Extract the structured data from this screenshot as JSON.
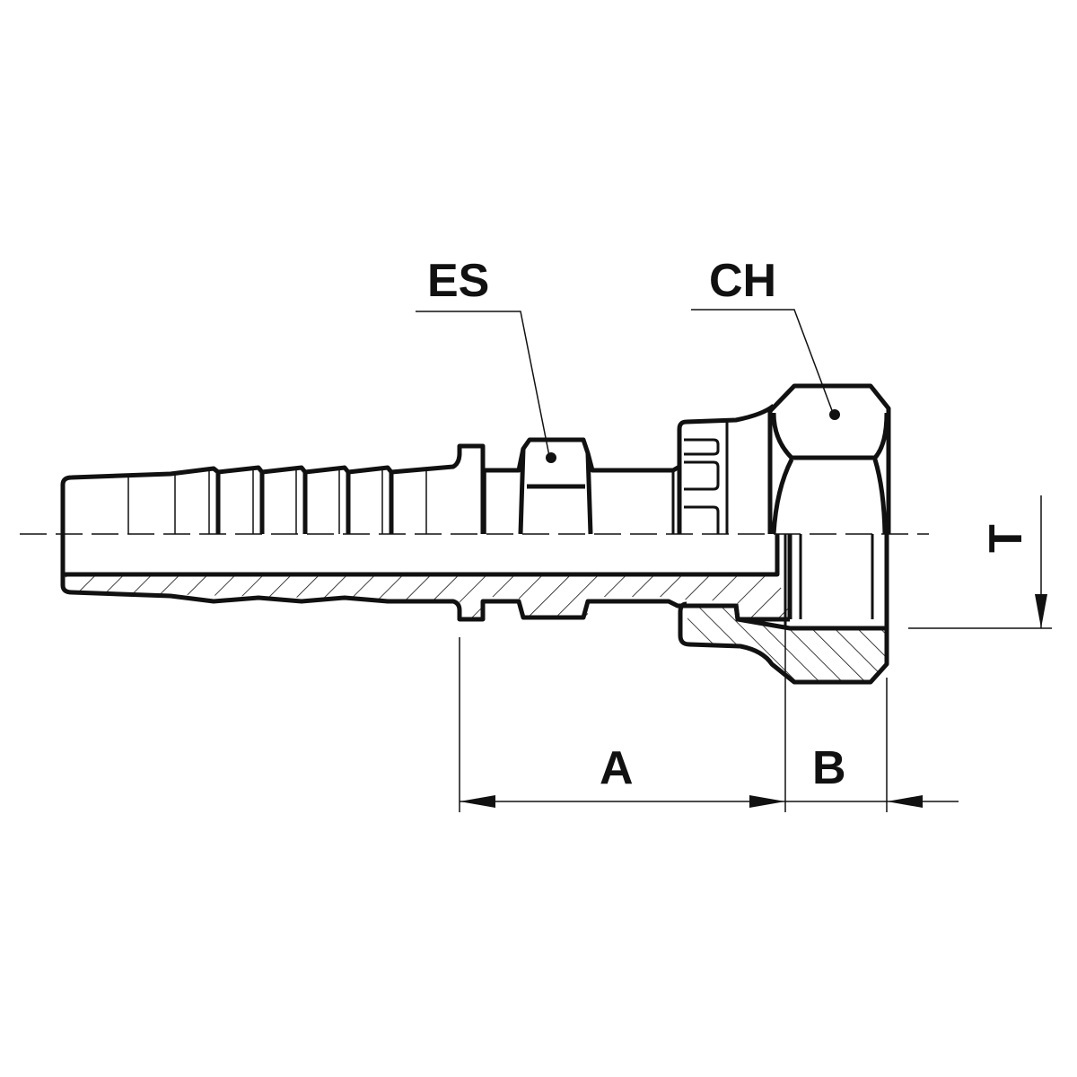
{
  "drawing": {
    "labels": {
      "es": "ES",
      "ch": "CH",
      "a": "A",
      "b": "B",
      "t": "T"
    },
    "line_color": "#111111",
    "background": "#ffffff"
  }
}
